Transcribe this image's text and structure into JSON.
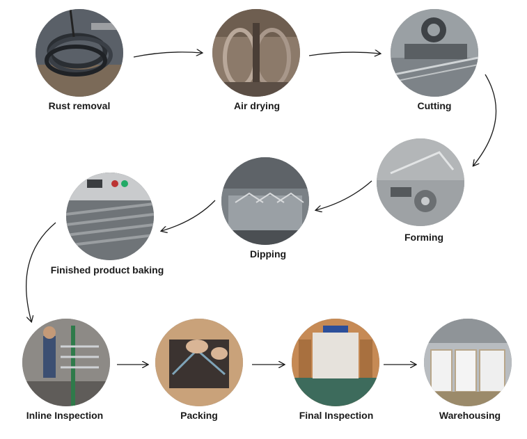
{
  "steps": [
    {
      "id": "rust-removal",
      "label": "Rust removal",
      "icon": "wire-coils-photo"
    },
    {
      "id": "air-drying",
      "label": "Air drying",
      "icon": "drying-rack-photo"
    },
    {
      "id": "cutting",
      "label": "Cutting",
      "icon": "cutting-machine-photo"
    },
    {
      "id": "forming",
      "label": "Forming",
      "icon": "forming-machine-photo"
    },
    {
      "id": "dipping",
      "label": "Dipping",
      "icon": "dipping-tank-photo"
    },
    {
      "id": "finished-product-baking",
      "label": "Finished product baking",
      "icon": "baking-oven-photo"
    },
    {
      "id": "inline-inspection",
      "label": "Inline Inspection",
      "icon": "worker-inspection-photo"
    },
    {
      "id": "packing",
      "label": "Packing",
      "icon": "packing-box-photo"
    },
    {
      "id": "final-inspection",
      "label": "Final Inspection",
      "icon": "inspection-room-photo"
    },
    {
      "id": "warehousing",
      "label": "Warehousing",
      "icon": "warehouse-stock-photo"
    }
  ],
  "photo_note": "",
  "colors": {
    "label": "#1a1a1a",
    "arrow": "#1a1a1a"
  }
}
